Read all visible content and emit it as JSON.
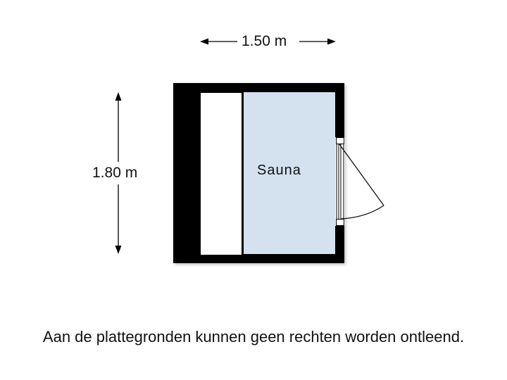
{
  "floorplan": {
    "room": {
      "name": "Sauna",
      "fill_color": "#d4e1ee"
    },
    "bench_color": "#ffffff",
    "wall_color": "#000000",
    "dimensions": {
      "width_label": "1.50 m",
      "height_label": "1.80 m"
    },
    "door": {
      "side": "right",
      "swing": "outward"
    }
  },
  "footer": {
    "disclaimer": "Aan de plattegronden kunnen geen rechten worden ontleend."
  }
}
